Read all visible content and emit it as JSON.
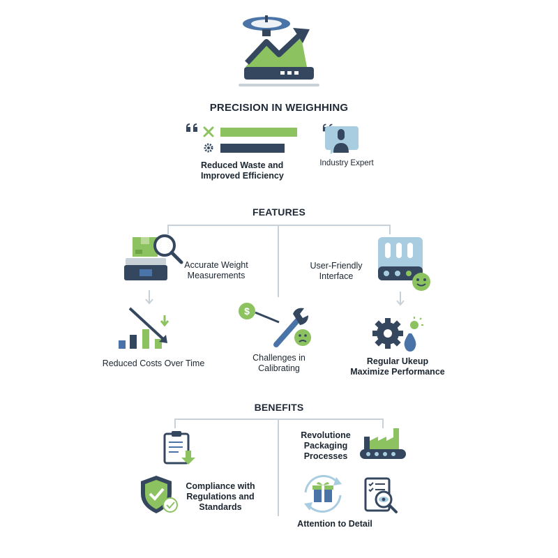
{
  "title": "PRECISION IN WEIGHHING",
  "intro": {
    "caption": "Reduced Waste and Improved Efficiency",
    "quote_label": "Industry Expert"
  },
  "features": {
    "heading": "FEATURES",
    "items": [
      {
        "label": "Accurate Weight Measurements"
      },
      {
        "label": "User-Friendly Interface"
      },
      {
        "label": "Reduced Costs Over Time"
      },
      {
        "label": "Challenges in Calibrating"
      },
      {
        "label": "Regular Ukeup Maximize Performance"
      }
    ]
  },
  "benefits": {
    "heading": "BENEFITS",
    "items": [
      {
        "label": "Revolutione Packaging Processes"
      },
      {
        "label": "Compliance with Regulations and Standards"
      },
      {
        "label": "Attention to Detail"
      }
    ]
  },
  "colors": {
    "navy": "#34475f",
    "green": "#8dc260",
    "light_blue": "#a9cde0",
    "gray_line": "#c9d1d8"
  }
}
